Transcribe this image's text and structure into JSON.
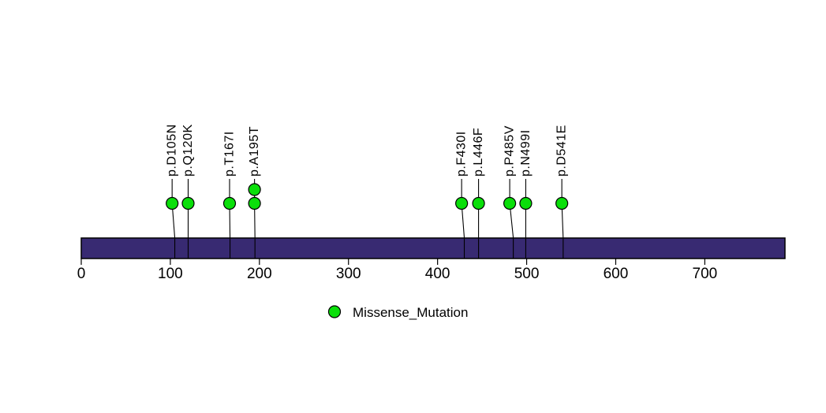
{
  "chart_data": {
    "type": "lollipop",
    "title": "",
    "xlabel": "",
    "ylabel": "",
    "protein": {
      "start": 0,
      "length": 790
    },
    "axis_ticks": [
      0,
      100,
      200,
      300,
      400,
      500,
      600,
      700
    ],
    "mutations": [
      {
        "label": "p.D105N",
        "pos": 105,
        "label_pos": 102,
        "count": 1,
        "type": "Missense_Mutation"
      },
      {
        "label": "p.Q120K",
        "pos": 120,
        "label_pos": 120,
        "count": 1,
        "type": "Missense_Mutation"
      },
      {
        "label": "p.T167I",
        "pos": 167,
        "label_pos": 166.5,
        "count": 1,
        "type": "Missense_Mutation"
      },
      {
        "label": "p.A195T",
        "pos": 195,
        "label_pos": 194.5,
        "count": 2,
        "type": "Missense_Mutation"
      },
      {
        "label": "p.F430I",
        "pos": 430,
        "label_pos": 427,
        "count": 1,
        "type": "Missense_Mutation"
      },
      {
        "label": "p.L446F",
        "pos": 446,
        "label_pos": 446,
        "count": 1,
        "type": "Missense_Mutation"
      },
      {
        "label": "p.P485V",
        "pos": 485,
        "label_pos": 481,
        "count": 1,
        "type": "Missense_Mutation"
      },
      {
        "label": "p.N499I",
        "pos": 499,
        "label_pos": 499,
        "count": 1,
        "type": "Missense_Mutation"
      },
      {
        "label": "p.D541E",
        "pos": 541,
        "label_pos": 539.5,
        "count": 1,
        "type": "Missense_Mutation"
      }
    ],
    "legend": [
      {
        "label": "Missense_Mutation",
        "color": "#0ADF0A"
      }
    ],
    "legend_position": "bottom",
    "colors": {
      "backbone": "#382A72",
      "missense": "#0ADF0A",
      "stem": "#000000",
      "background": "#ffffff"
    }
  }
}
